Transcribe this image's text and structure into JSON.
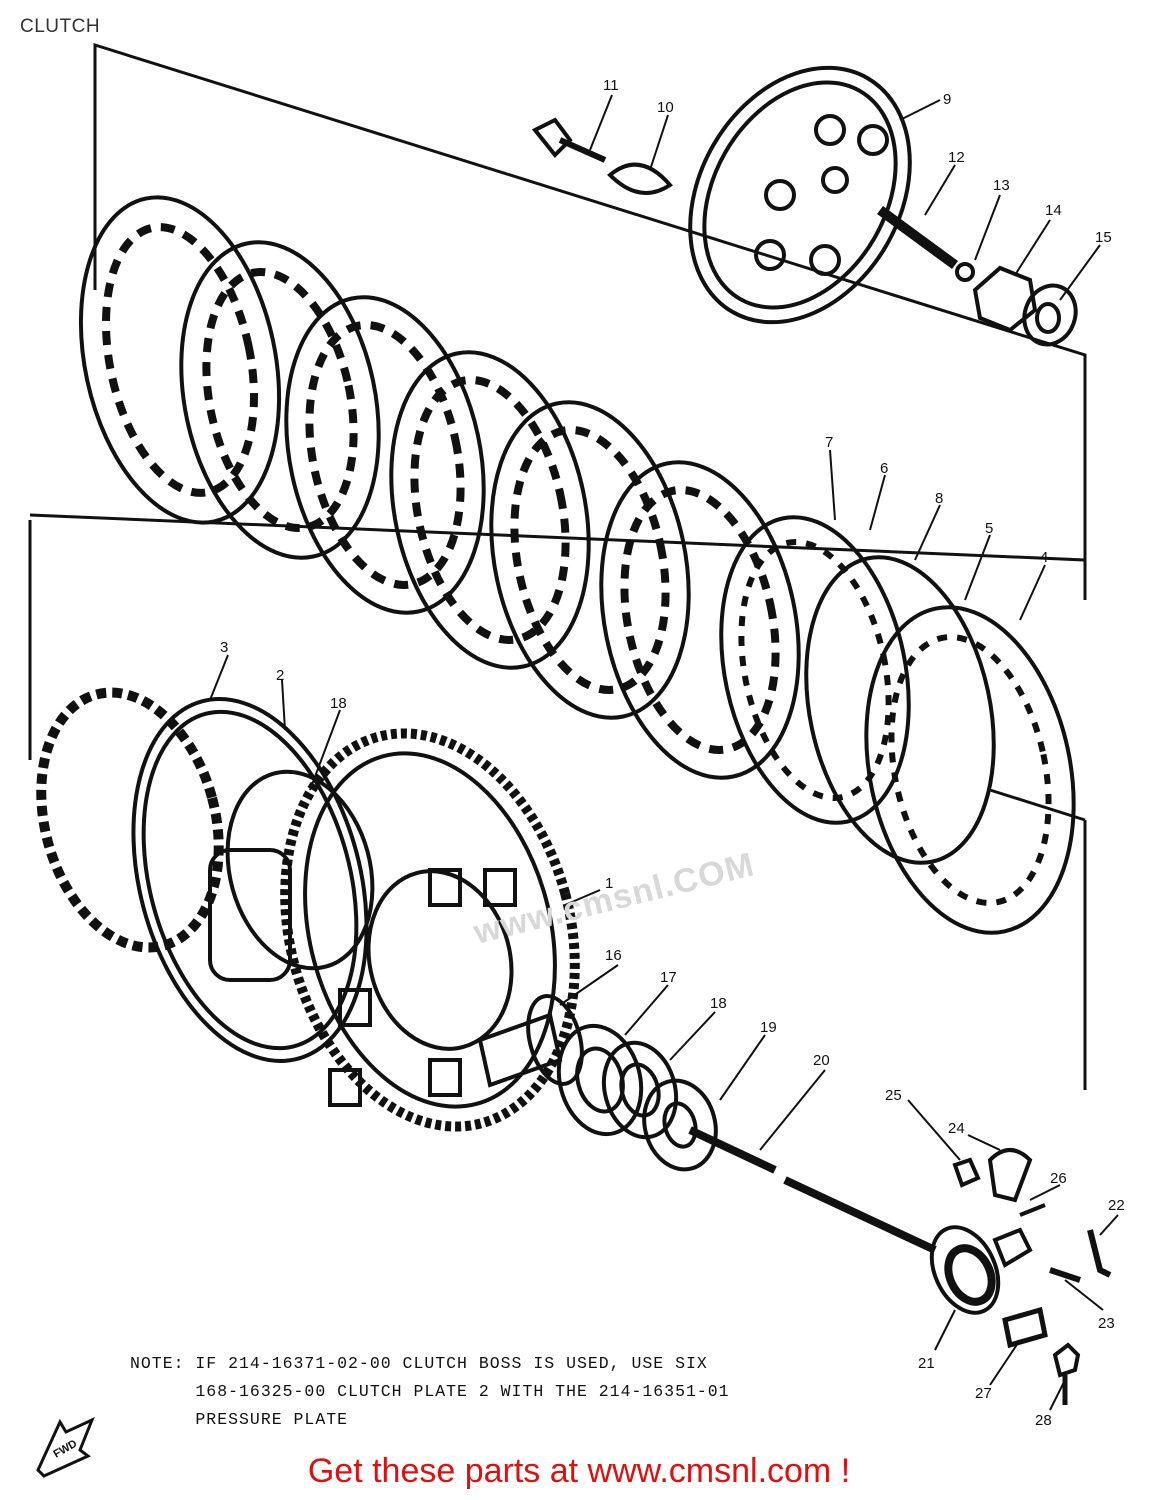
{
  "page": {
    "title": "CLUTCH"
  },
  "diagram": {
    "callouts": [
      {
        "id": "c1",
        "label": "1"
      },
      {
        "id": "c2",
        "label": "2"
      },
      {
        "id": "c3",
        "label": "3"
      },
      {
        "id": "c4",
        "label": "4"
      },
      {
        "id": "c5",
        "label": "5"
      },
      {
        "id": "c6",
        "label": "6"
      },
      {
        "id": "c7",
        "label": "7"
      },
      {
        "id": "c8",
        "label": "8"
      },
      {
        "id": "c9",
        "label": "9"
      },
      {
        "id": "c10",
        "label": "10"
      },
      {
        "id": "c11",
        "label": "11"
      },
      {
        "id": "c12",
        "label": "12"
      },
      {
        "id": "c13",
        "label": "13"
      },
      {
        "id": "c14",
        "label": "14"
      },
      {
        "id": "c15",
        "label": "15"
      },
      {
        "id": "c16",
        "label": "16"
      },
      {
        "id": "c17",
        "label": "17"
      },
      {
        "id": "c18a",
        "label": "18"
      },
      {
        "id": "c18b",
        "label": "18"
      },
      {
        "id": "c19",
        "label": "19"
      },
      {
        "id": "c20",
        "label": "20"
      },
      {
        "id": "c21",
        "label": "21"
      },
      {
        "id": "c22",
        "label": "22"
      },
      {
        "id": "c23",
        "label": "23"
      },
      {
        "id": "c24",
        "label": "24"
      },
      {
        "id": "c25",
        "label": "25"
      },
      {
        "id": "c26",
        "label": "26"
      },
      {
        "id": "c27",
        "label": "27"
      },
      {
        "id": "c28",
        "label": "28"
      }
    ],
    "note_lines": [
      "NOTE: IF 214-16371-02-00 CLUTCH BOSS IS USED, USE SIX",
      "      168-16325-00 CLUTCH PLATE 2 WITH THE 214-16351-01",
      "      PRESSURE PLATE"
    ],
    "watermark": "www.cmsnl.COM",
    "arrow_badge_label": "FWD"
  },
  "footer": {
    "link_text": "Get these parts at www.cmsnl.com !"
  },
  "colors": {
    "line": "#111111",
    "footer_link": "#e01010",
    "watermark": "#d8d8d8"
  }
}
